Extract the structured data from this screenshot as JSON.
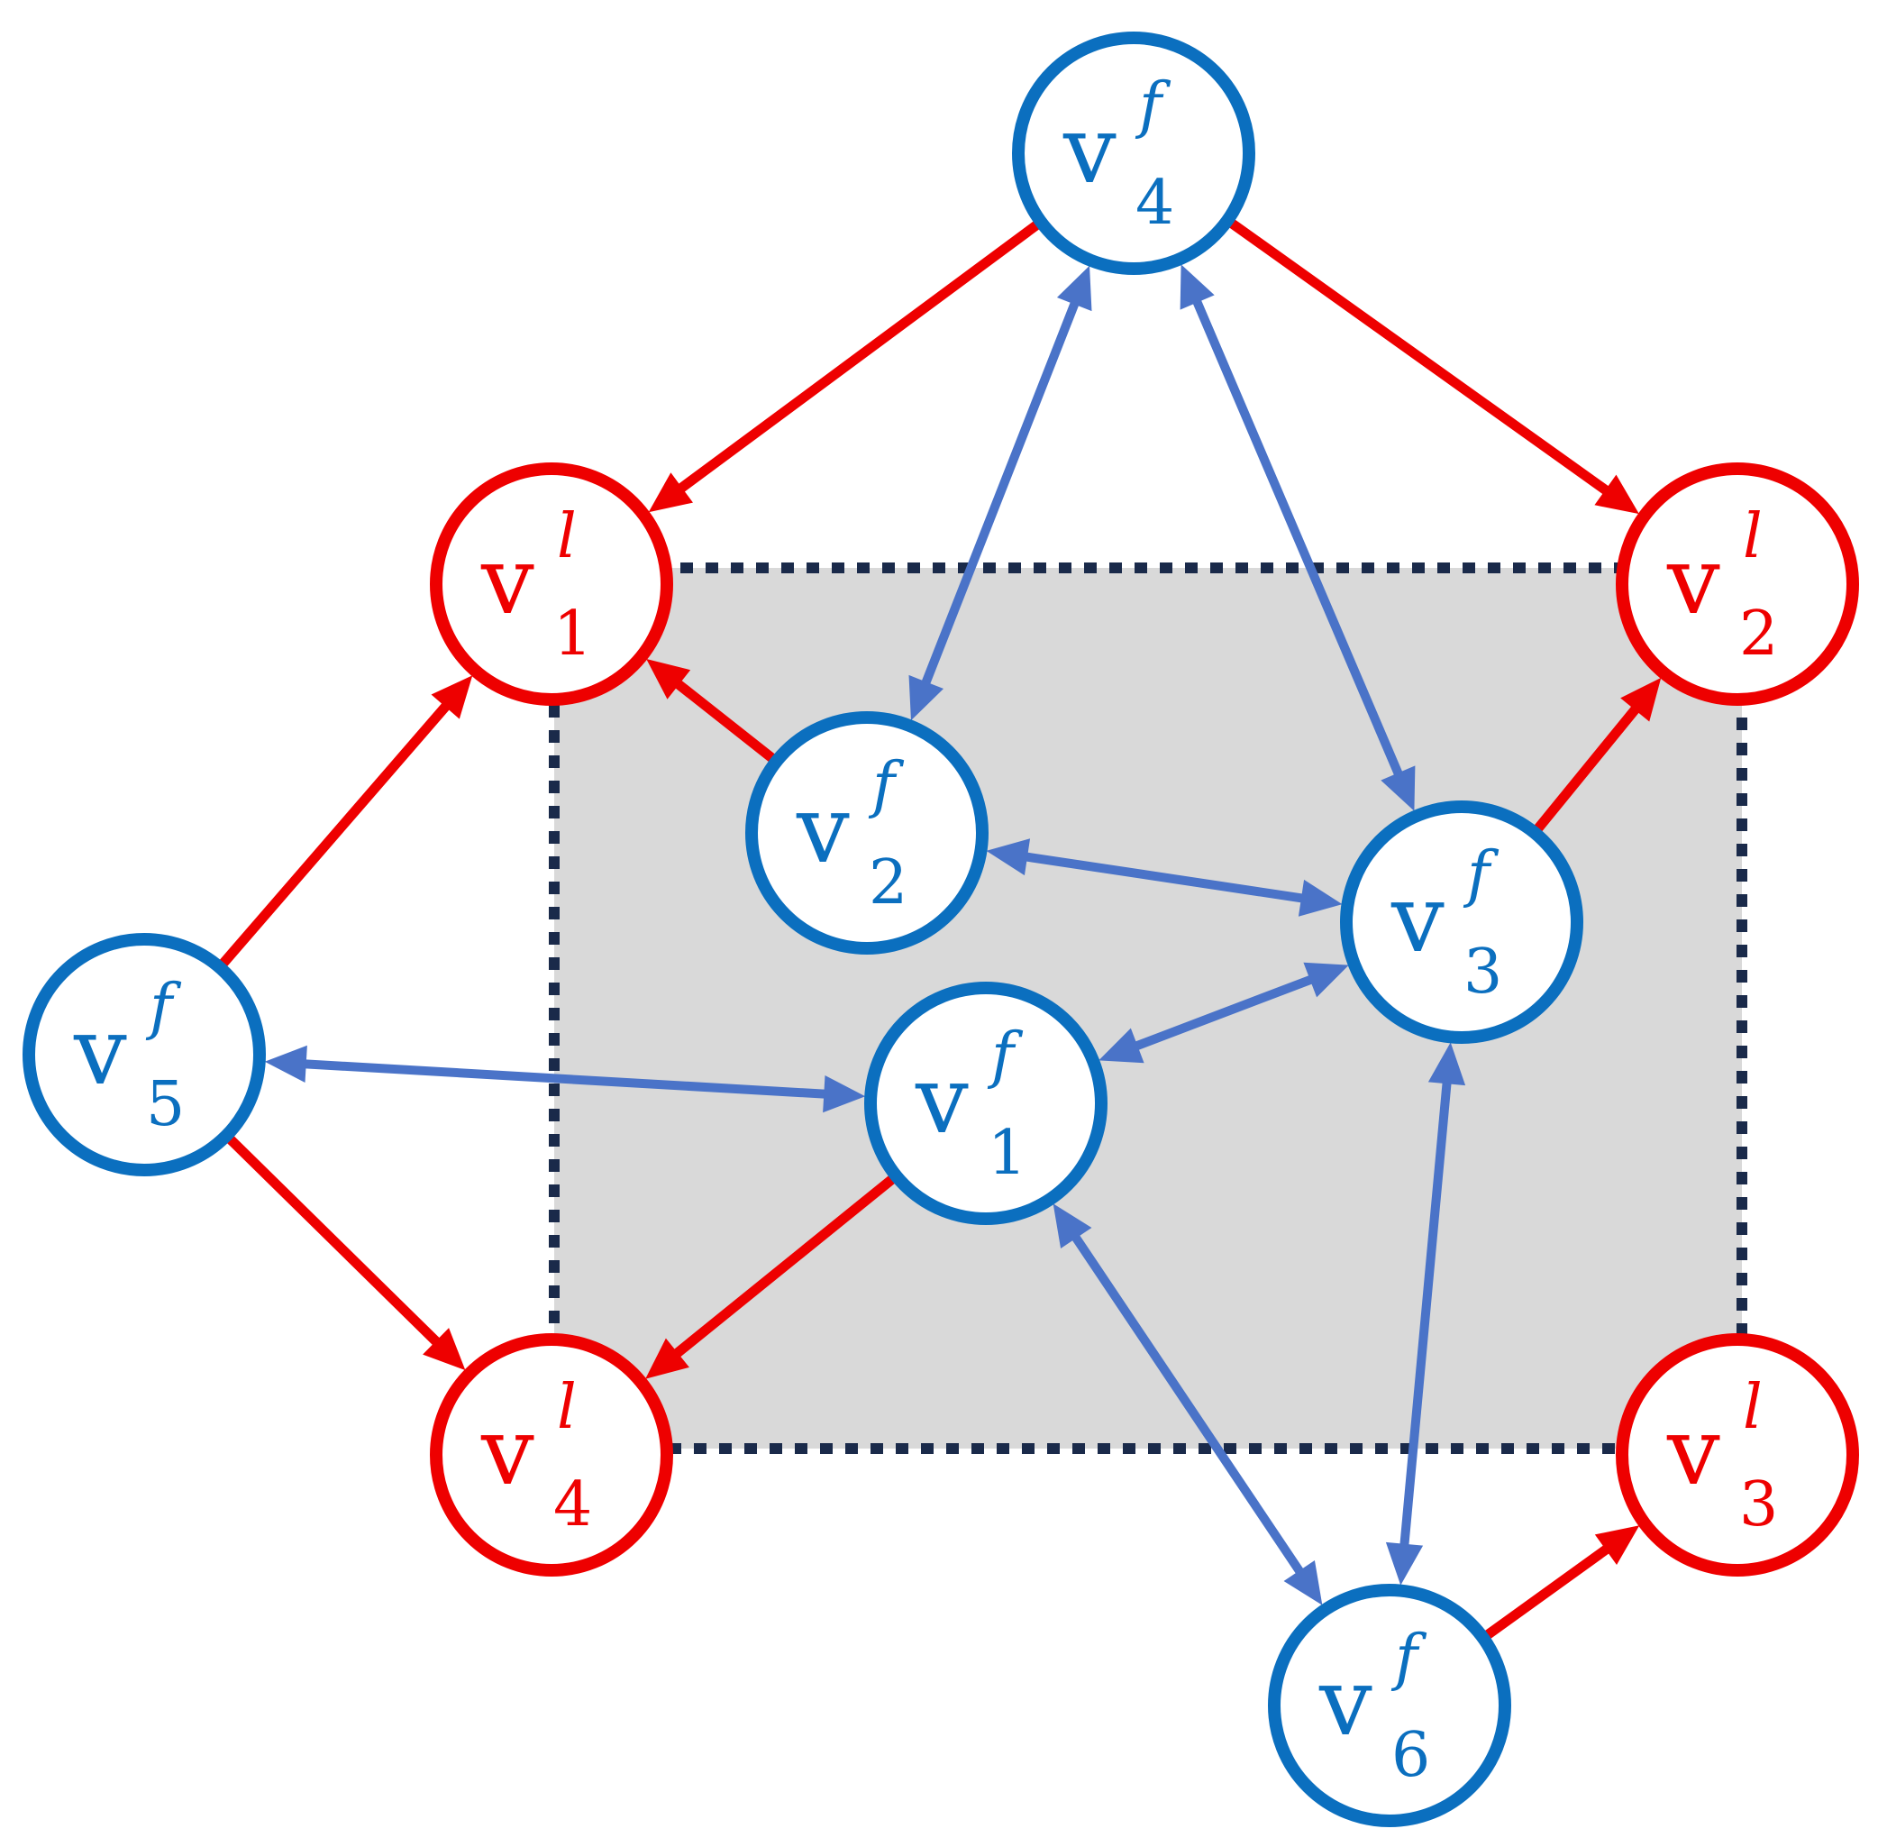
{
  "colors": {
    "leader": "#ee0000",
    "follower_stroke": "#0b6fbf",
    "follower_text": "#0b6fbf",
    "follower_edge": "#4a73c8",
    "region_fill": "#d9d9d9",
    "region_border": "#1a2a4a"
  },
  "nodes": [
    {
      "id": "v4f",
      "kind": "follower",
      "letter": "v",
      "sup": "f",
      "sub": "4"
    },
    {
      "id": "v1l",
      "kind": "leader",
      "letter": "v",
      "sup": "l",
      "sub": "1"
    },
    {
      "id": "v2l",
      "kind": "leader",
      "letter": "v",
      "sup": "l",
      "sub": "2"
    },
    {
      "id": "v2f",
      "kind": "follower",
      "letter": "v",
      "sup": "f",
      "sub": "2"
    },
    {
      "id": "v3f",
      "kind": "follower",
      "letter": "v",
      "sup": "f",
      "sub": "3"
    },
    {
      "id": "v5f",
      "kind": "follower",
      "letter": "v",
      "sup": "f",
      "sub": "5"
    },
    {
      "id": "v1f",
      "kind": "follower",
      "letter": "v",
      "sup": "f",
      "sub": "1"
    },
    {
      "id": "v4l",
      "kind": "leader",
      "letter": "v",
      "sup": "l",
      "sub": "4"
    },
    {
      "id": "v3l",
      "kind": "leader",
      "letter": "v",
      "sup": "l",
      "sub": "3"
    },
    {
      "id": "v6f",
      "kind": "follower",
      "letter": "v",
      "sup": "f",
      "sub": "6"
    }
  ],
  "edges": [
    {
      "from": "v4f",
      "to": "v1l",
      "kind": "leader-directed",
      "bidirectional": false
    },
    {
      "from": "v4f",
      "to": "v2l",
      "kind": "leader-directed",
      "bidirectional": false
    },
    {
      "from": "v2f",
      "to": "v1l",
      "kind": "leader-directed",
      "bidirectional": false
    },
    {
      "from": "v5f",
      "to": "v1l",
      "kind": "leader-directed",
      "bidirectional": false
    },
    {
      "from": "v3f",
      "to": "v2l",
      "kind": "leader-directed",
      "bidirectional": false
    },
    {
      "from": "v5f",
      "to": "v4l",
      "kind": "leader-directed",
      "bidirectional": false
    },
    {
      "from": "v1f",
      "to": "v4l",
      "kind": "leader-directed",
      "bidirectional": false
    },
    {
      "from": "v6f",
      "to": "v3l",
      "kind": "leader-directed",
      "bidirectional": false
    },
    {
      "from": "v4f",
      "to": "v2f",
      "kind": "follower-link",
      "bidirectional": true
    },
    {
      "from": "v4f",
      "to": "v3f",
      "kind": "follower-link",
      "bidirectional": true
    },
    {
      "from": "v2f",
      "to": "v3f",
      "kind": "follower-link",
      "bidirectional": true
    },
    {
      "from": "v1f",
      "to": "v3f",
      "kind": "follower-link",
      "bidirectional": true
    },
    {
      "from": "v5f",
      "to": "v1f",
      "kind": "follower-link",
      "bidirectional": true
    },
    {
      "from": "v1f",
      "to": "v6f",
      "kind": "follower-link",
      "bidirectional": true
    },
    {
      "from": "v3f",
      "to": "v6f",
      "kind": "follower-link",
      "bidirectional": true
    }
  ]
}
